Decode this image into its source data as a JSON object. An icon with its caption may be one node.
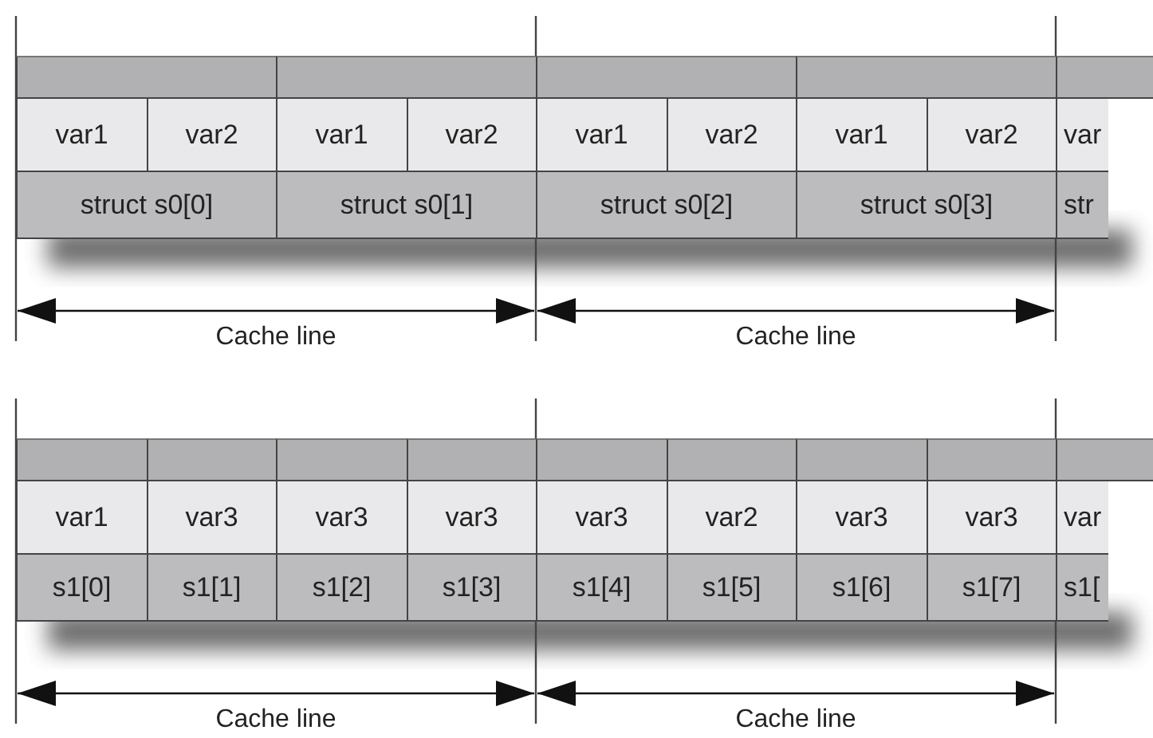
{
  "diagram": {
    "labels": [
      "var1",
      "var2",
      "var1",
      "var2",
      "var1",
      "var2",
      "var1",
      "var2",
      "var",
      "struct s0[0]",
      "struct s0[1]",
      "struct s0[2]",
      "struct s0[3]",
      "str",
      "Cache line",
      "Cache line",
      "var1",
      "var3",
      "var3",
      "var3",
      "var3",
      "var2",
      "var3",
      "var3",
      "var",
      "s1[0]",
      "s1[1]",
      "s1[2]",
      "s1[3]",
      "s1[4]",
      "s1[5]",
      "s1[6]",
      "s1[7]",
      "s1[",
      "Cache line",
      "Cache line"
    ]
  }
}
